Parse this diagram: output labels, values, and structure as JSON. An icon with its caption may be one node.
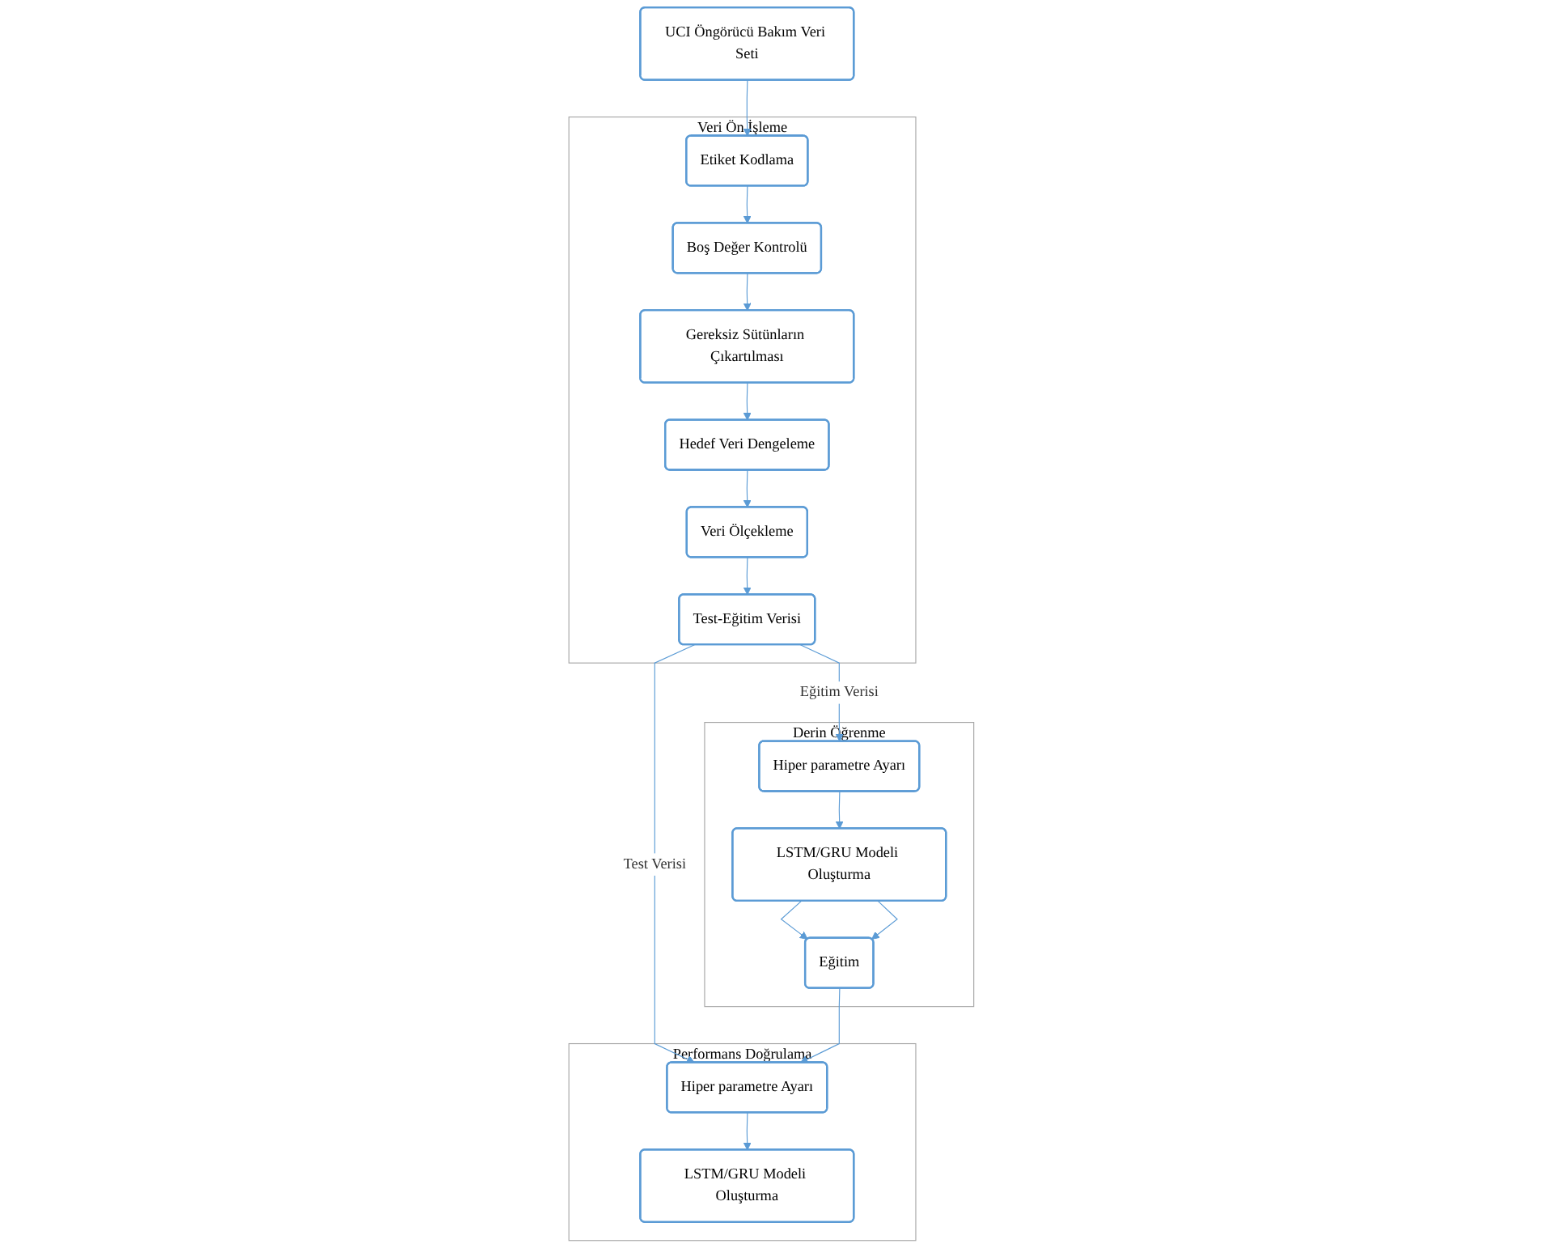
{
  "diagram": {
    "nodes": [
      {
        "text": [
          "UCI Öngörücü Bakım Veri Seti"
        ]
      },
      {
        "text": [
          "Veri Ön İşleme"
        ]
      },
      {
        "text": [
          "Etiket Kodlama"
        ],
        "in": 1
      },
      {
        "text": [
          "Boş Değer Kontrolü"
        ],
        "in": 1
      },
      {
        "text": [
          "Gereksiz Sütünların Çıkartılması"
        ],
        "in": 1
      },
      {
        "text": [
          "Hedef Veri Dengeleme"
        ],
        "in": 1
      },
      {
        "text": [
          "Veri Ölçekleme"
        ],
        "in": 1
      },
      {
        "text": [
          "Test-Eğitim Verisi"
        ],
        "in": 1
      },
      {
        "text": [
          "Derin Öğrenme"
        ]
      },
      {
        "text": [
          "Hiper parametre Ayarı"
        ],
        "in": 8
      },
      {
        "text": [
          "LSTM/GRU Modeli Oluşturma"
        ],
        "in": 8
      },
      {
        "text": [
          "Eğitim"
        ],
        "in": 8
      },
      {
        "text": [
          "Performans Doğrulama"
        ]
      },
      {
        "text": [
          "Hiper parametre Ayarı"
        ],
        "in": 12
      },
      {
        "text": [
          "LSTM/GRU Modeli Oluşturma"
        ],
        "in": 12
      }
    ],
    "edges": [
      {
        "from": 0,
        "to": 2,
        "arrow": "to"
      },
      {
        "from": 2,
        "to": 3,
        "arrow": "to"
      },
      {
        "from": 3,
        "to": 4,
        "arrow": "to"
      },
      {
        "from": 4,
        "to": 5,
        "arrow": "to"
      },
      {
        "from": 5,
        "to": 6,
        "arrow": "to"
      },
      {
        "from": 6,
        "to": 7,
        "arrow": "to"
      },
      {
        "from": 7,
        "to": 9,
        "label": "Eğitim Verisi",
        "arrow": "to"
      },
      {
        "from": 7,
        "to": 13,
        "label": "Test Verisi",
        "arrow": "to"
      },
      {
        "from": 9,
        "to": 10,
        "arrow": "to"
      },
      {
        "from": 10,
        "to": 11,
        "arrow": "to"
      },
      {
        "from": 10,
        "to": 11,
        "arrow": "to"
      },
      {
        "from": 11,
        "to": 13,
        "arrow": "to"
      },
      {
        "from": 13,
        "to": 14,
        "arrow": "to"
      }
    ]
  }
}
